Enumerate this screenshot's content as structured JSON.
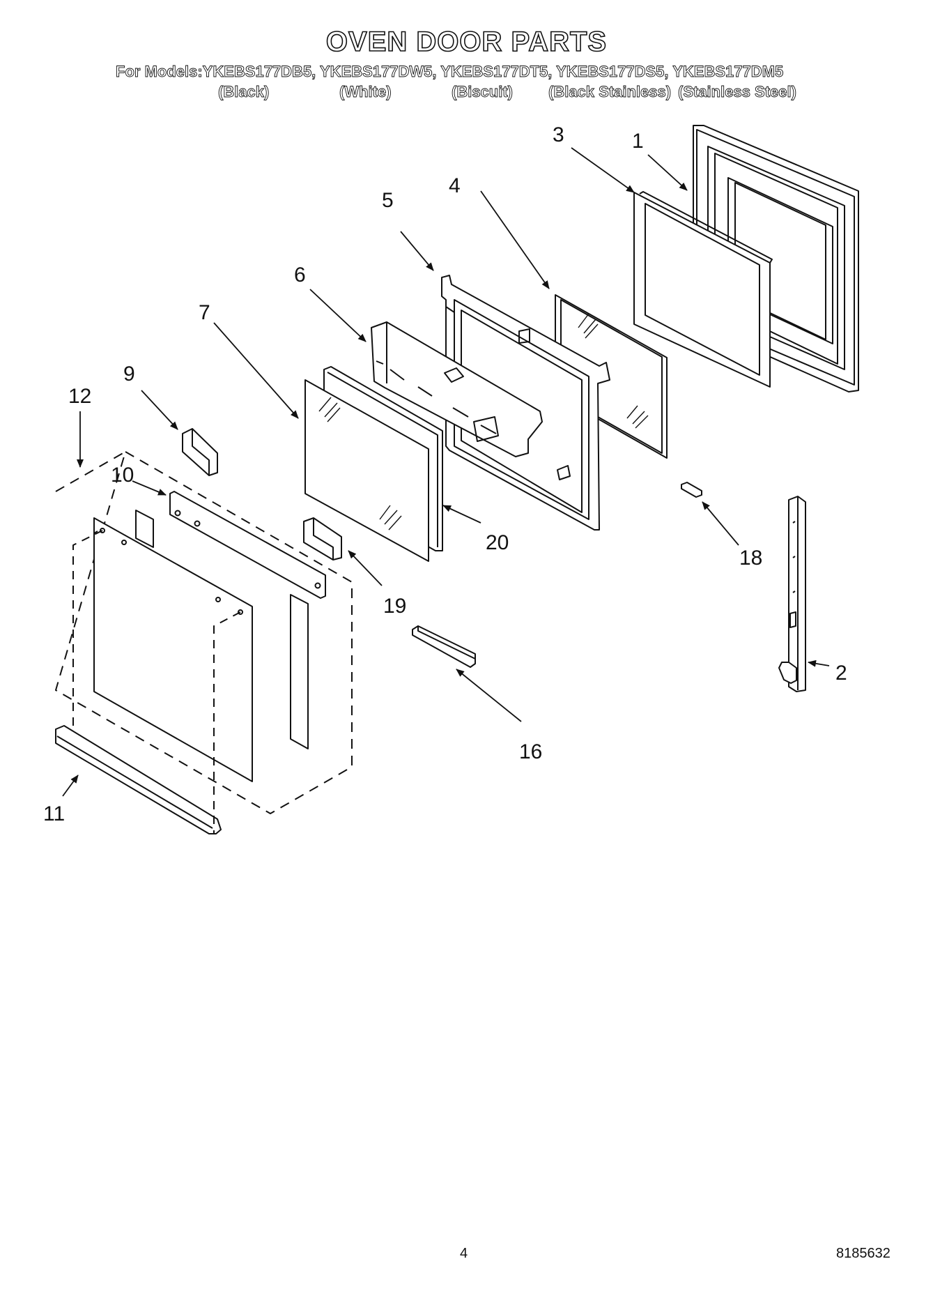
{
  "title": "OVEN DOOR PARTS",
  "models_line": "For Models:YKEBS177DB5, YKEBS177DW5, YKEBS177DT5, YKEBS177DS5, YKEBS177DM5",
  "finishes": [
    "(Black)",
    "(White)",
    "(Biscuit)",
    "(Black Stainless)",
    "(Stainless Steel)"
  ],
  "callouts": {
    "c1": "1",
    "c2": "2",
    "c3": "3",
    "c4": "4",
    "c5": "5",
    "c6": "6",
    "c7": "7",
    "c9": "9",
    "c10": "10",
    "c11": "11",
    "c12": "12",
    "c16": "16",
    "c18": "18",
    "c19": "19",
    "c20": "20"
  },
  "page_number": "4",
  "doc_number": "8185632"
}
